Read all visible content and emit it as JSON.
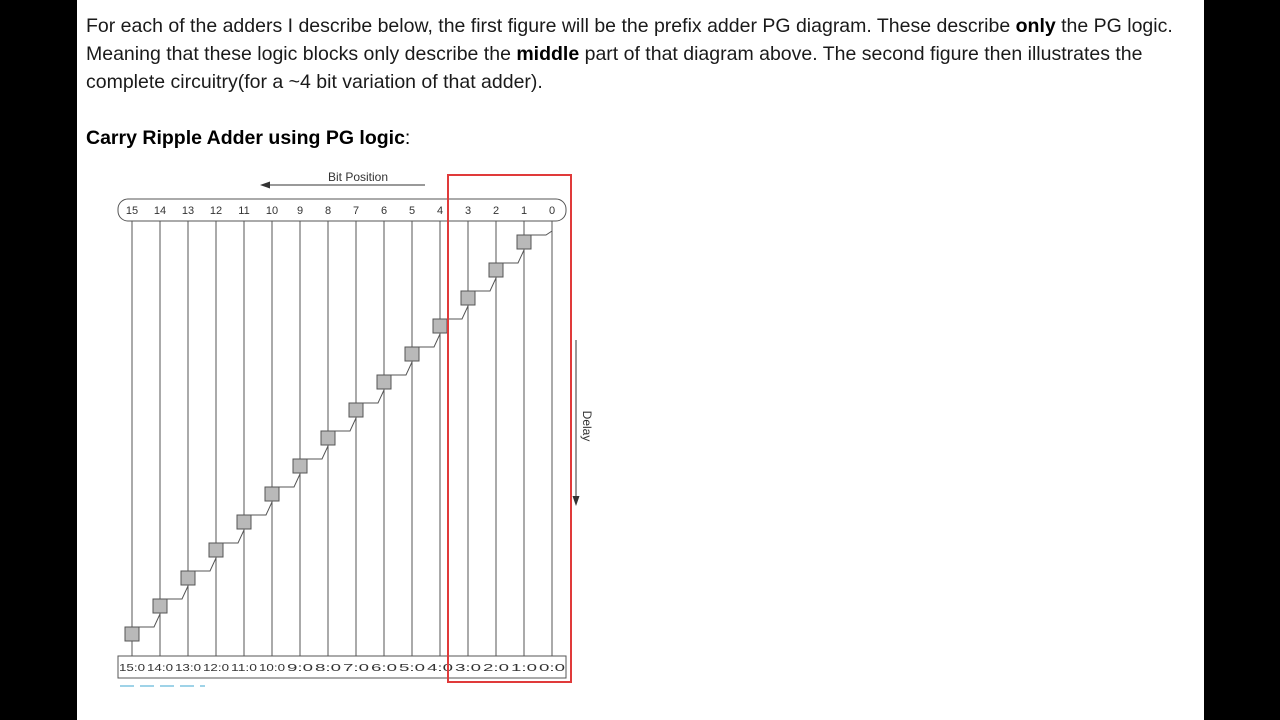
{
  "intro": {
    "part1": "For each of the adders I describe below, the first figure will be the prefix adder PG diagram. These describe ",
    "bold1": "only",
    "part2": " the PG logic. Meaning that these logic blocks only describe the ",
    "bold2": "middle",
    "part3": " part of that diagram above. The second figure then illustrates the complete circuitry(for a ~4 bit variation of that adder)."
  },
  "section": {
    "title": "Carry Ripple Adder using PG logic",
    "suffix": ":"
  },
  "figure": {
    "bit_position_label": "Bit Position",
    "delay_label": "Delay",
    "bit_labels": [
      "15",
      "14",
      "13",
      "12",
      "11",
      "10",
      "9",
      "8",
      "7",
      "6",
      "5",
      "4",
      "3",
      "2",
      "1",
      "0"
    ],
    "output_labels": [
      "15:0",
      "14:0",
      "13:0",
      "12:0",
      "11:0",
      "10:0",
      "9:0",
      "8:0",
      "7:0",
      "6:0",
      "5:0",
      "4:0",
      "3:0",
      "2:0",
      "1:0",
      "0:0"
    ],
    "highlight_color": "#e03a3a",
    "cell_fill": "#b9b9b9"
  }
}
